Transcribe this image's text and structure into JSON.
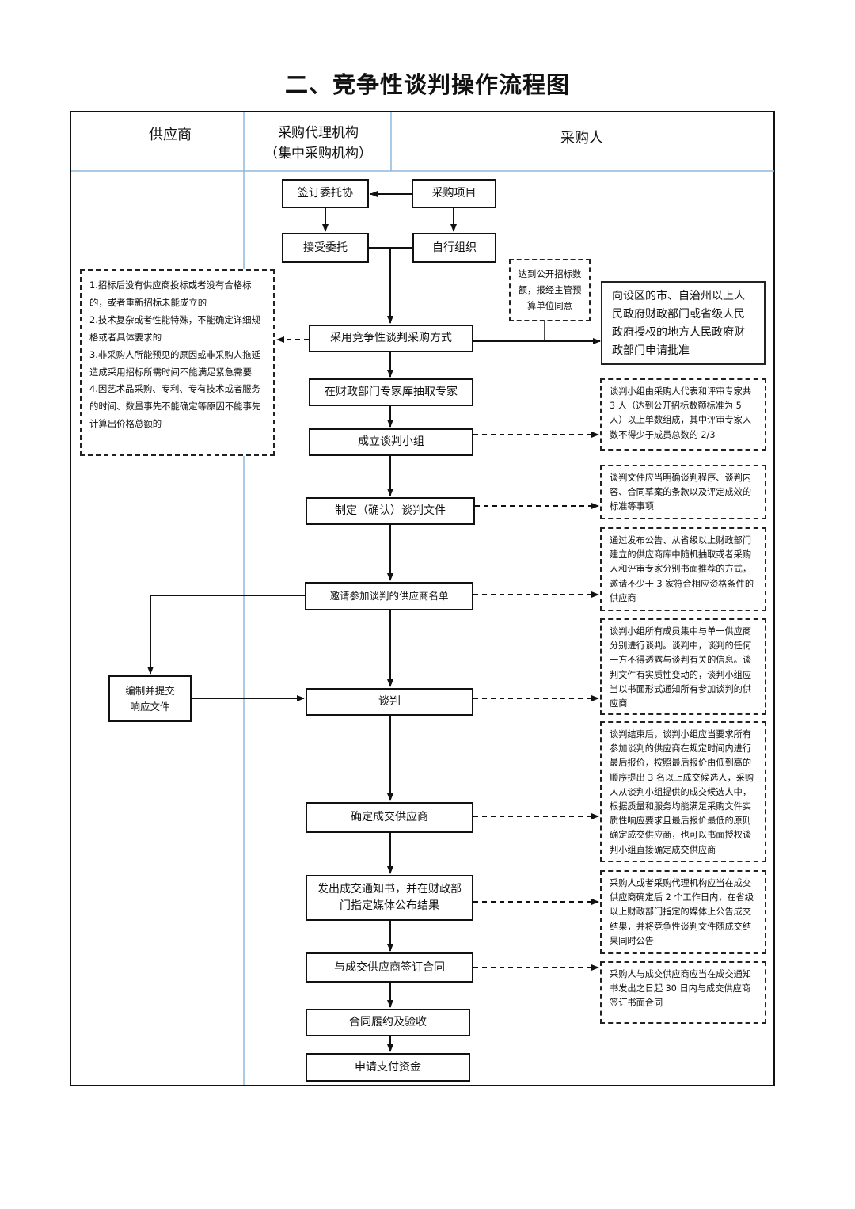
{
  "title": "二、竞争性谈判操作流程图",
  "lanes": {
    "supplier": "供应商",
    "agency_line1": "采购代理机构",
    "agency_line2": "（集中采购机构）",
    "purchaser": "采购人"
  },
  "steps": {
    "sign_commission": "签订委托协",
    "purchase_project": "采购项目",
    "accept_commission": "接受委托",
    "self_organize": "自行组织",
    "adopt_method": "采用竞争性谈判采购方式",
    "draw_experts": "在财政部门专家库抽取专家",
    "form_team": "成立谈判小组",
    "prepare_docs": "制定（确认）谈判文件",
    "invite_list": "邀请参加谈判的供应商名单",
    "prepare_response_line1": "编制并提交",
    "prepare_response_line2": "响应文件",
    "negotiate": "谈判",
    "determine_supplier": "确定成交供应商",
    "issue_notice_line1": "发出成交通知书，并在财政部",
    "issue_notice_line2": "门指定媒体公布结果",
    "sign_contract": "与成交供应商签订合同",
    "perform_accept": "合同履约及验收",
    "apply_payment": "申请支付资金"
  },
  "notes": {
    "conditions": [
      "1.招标后没有供应商投标或者没有合格标的，或者重新招标未能成立的",
      "2.技术复杂或者性能特殊，不能确定详细规格或者具体要求的",
      "3.非采购人所能预见的原因或非采购人拖延造成采用招标所需时间不能满足紧急需要",
      "4.因艺术品采购、专利、专有技术或者服务的时间、数量事先不能确定等原因不能事先计算出价格总额的"
    ],
    "threshold": "达到公开招标数额，报经主管预算单位同意",
    "approval": "向设区的市、自治州以上人民政府财政部门或省级人民政府授权的地方人民政府财政部门申请批准",
    "team_note": "谈判小组由采购人代表和评审专家共 3 人（达到公开招标数额标准为 5 人）以上单数组成，其中评审专家人数不得少于成员总数的 2/3",
    "docs_note": "谈判文件应当明确谈判程序、谈判内容、合同草案的条款以及评定成效的标准等事项",
    "invite_note": "通过发布公告、从省级以上财政部门建立的供应商库中随机抽取或者采购人和评审专家分别书面推荐的方式，邀请不少于 3 家符合相应资格条件的供应商",
    "negotiate_note": "谈判小组所有成员集中与单一供应商分别进行谈判。谈判中，谈判的任何一方不得透露与谈判有关的信息。谈判文件有实质性变动的，谈判小组应当以书面形式通知所有参加谈判的供应商",
    "determine_note": "谈判结束后，谈判小组应当要求所有参加谈判的供应商在规定时间内进行最后报价，按照最后报价由低到高的顺序提出 3 名以上成交候选人，采购人从谈判小组提供的成交候选人中，根据质量和服务均能满足采购文件实质性响应要求且最后报价最低的原则确定成交供应商，也可以书面授权谈判小组直接确定成交供应商",
    "notice_note": "采购人或者采购代理机构应当在成交供应商确定后 2 个工作日内，在省级以上财政部门指定的媒体上公告成交结果，并将竞争性谈判文件随成交结果同时公告",
    "contract_note": "采购人与成交供应商应当在成交通知书发出之日起 30 日内与成交供应商签订书面合同"
  },
  "colors": {
    "lane_line": "#8fb8de",
    "stroke": "#111111"
  }
}
